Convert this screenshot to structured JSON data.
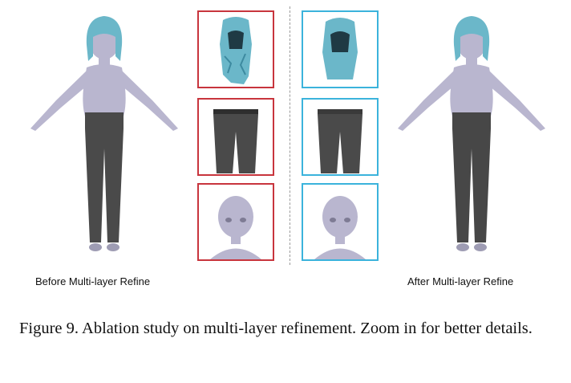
{
  "figure": {
    "label_before": "Before Multi-layer Refine",
    "label_after": "After Multi-layer Refine",
    "colors": {
      "hair": "#6bb7c9",
      "skin": "#b9b6cf",
      "pants": "#4a4a4a",
      "before_border": "#c8353d",
      "after_border": "#3bb3dc"
    },
    "crops_before": [
      "hair-crop",
      "pants-crop",
      "face-crop"
    ],
    "crops_after": [
      "hair-crop",
      "pants-crop",
      "face-crop"
    ]
  },
  "caption": {
    "text": "Figure 9.  Ablation study on multi-layer refinement.  Zoom in for better details."
  }
}
